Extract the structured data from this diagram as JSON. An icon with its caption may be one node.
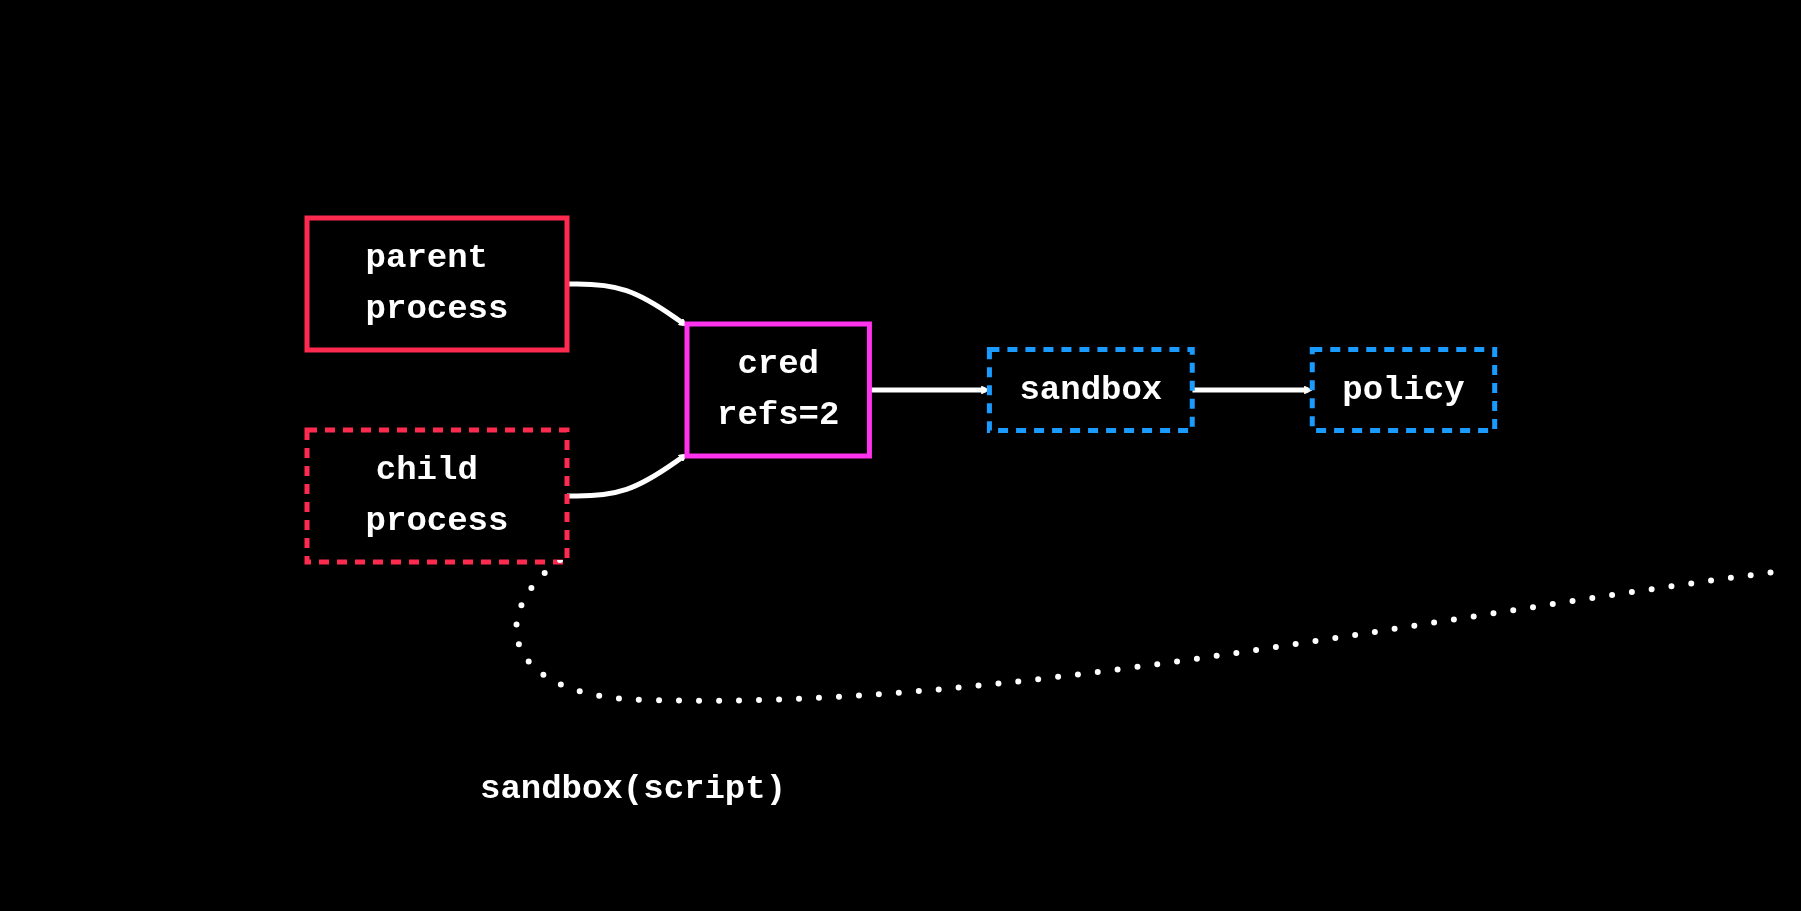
{
  "diagram": {
    "nodes": [
      {
        "text": [
          "parent process"
        ]
      },
      {
        "text": [
          "cred",
          "refs=2"
        ]
      },
      {
        "text": [
          "child process"
        ]
      },
      {
        "text": [
          "sandbox"
        ]
      },
      {
        "text": [
          "policy"
        ]
      }
    ],
    "edges": [
      {
        "from": 0,
        "to": 1,
        "arrow": "to"
      },
      {
        "from": 2,
        "to": 1,
        "arrow": "to"
      },
      {
        "from": 1,
        "to": 3,
        "arrow": "to"
      },
      {
        "from": 3,
        "to": 4,
        "arrow": "to"
      }
    ],
    "labels": [
      "sandbox(script)"
    ]
  }
}
